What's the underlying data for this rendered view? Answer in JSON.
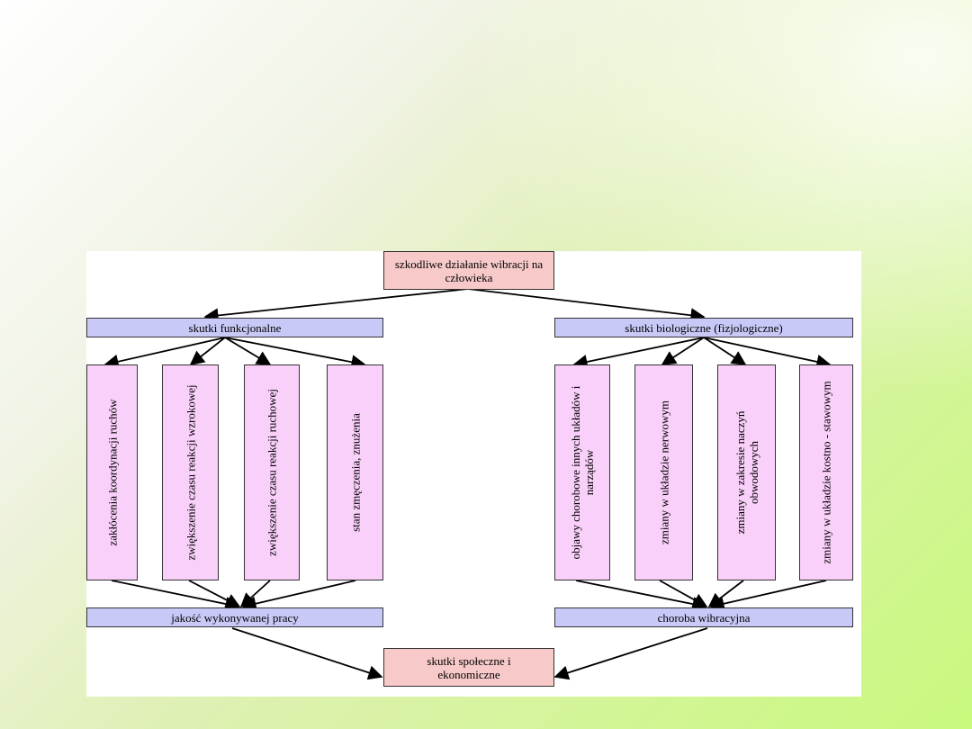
{
  "diagram": {
    "top": "szkodliwe działanie wibracji na człowieka",
    "functional": {
      "header": "skutki funkcjonalne",
      "items": [
        "zakłócenia koordynacji ruchów",
        "zwiększenie czasu reakcji wzrokowej",
        "zwiększenie czasu reakcji ruchowej",
        "stan zmęczenia, znużenia"
      ],
      "result": "jakość wykonywanej pracy"
    },
    "biological": {
      "header": "skutki biologiczne (fizjologiczne)",
      "items": [
        "objawy chorobowe innych układów i narządów",
        "zmiany w układzie nerwowym",
        "zmiany w zakresie naczyń obwodowych",
        "zmiany w układzie kostno - stawowym"
      ],
      "result": "choroba wibracyjna"
    },
    "bottom": "skutki społeczne i ekonomiczne"
  }
}
